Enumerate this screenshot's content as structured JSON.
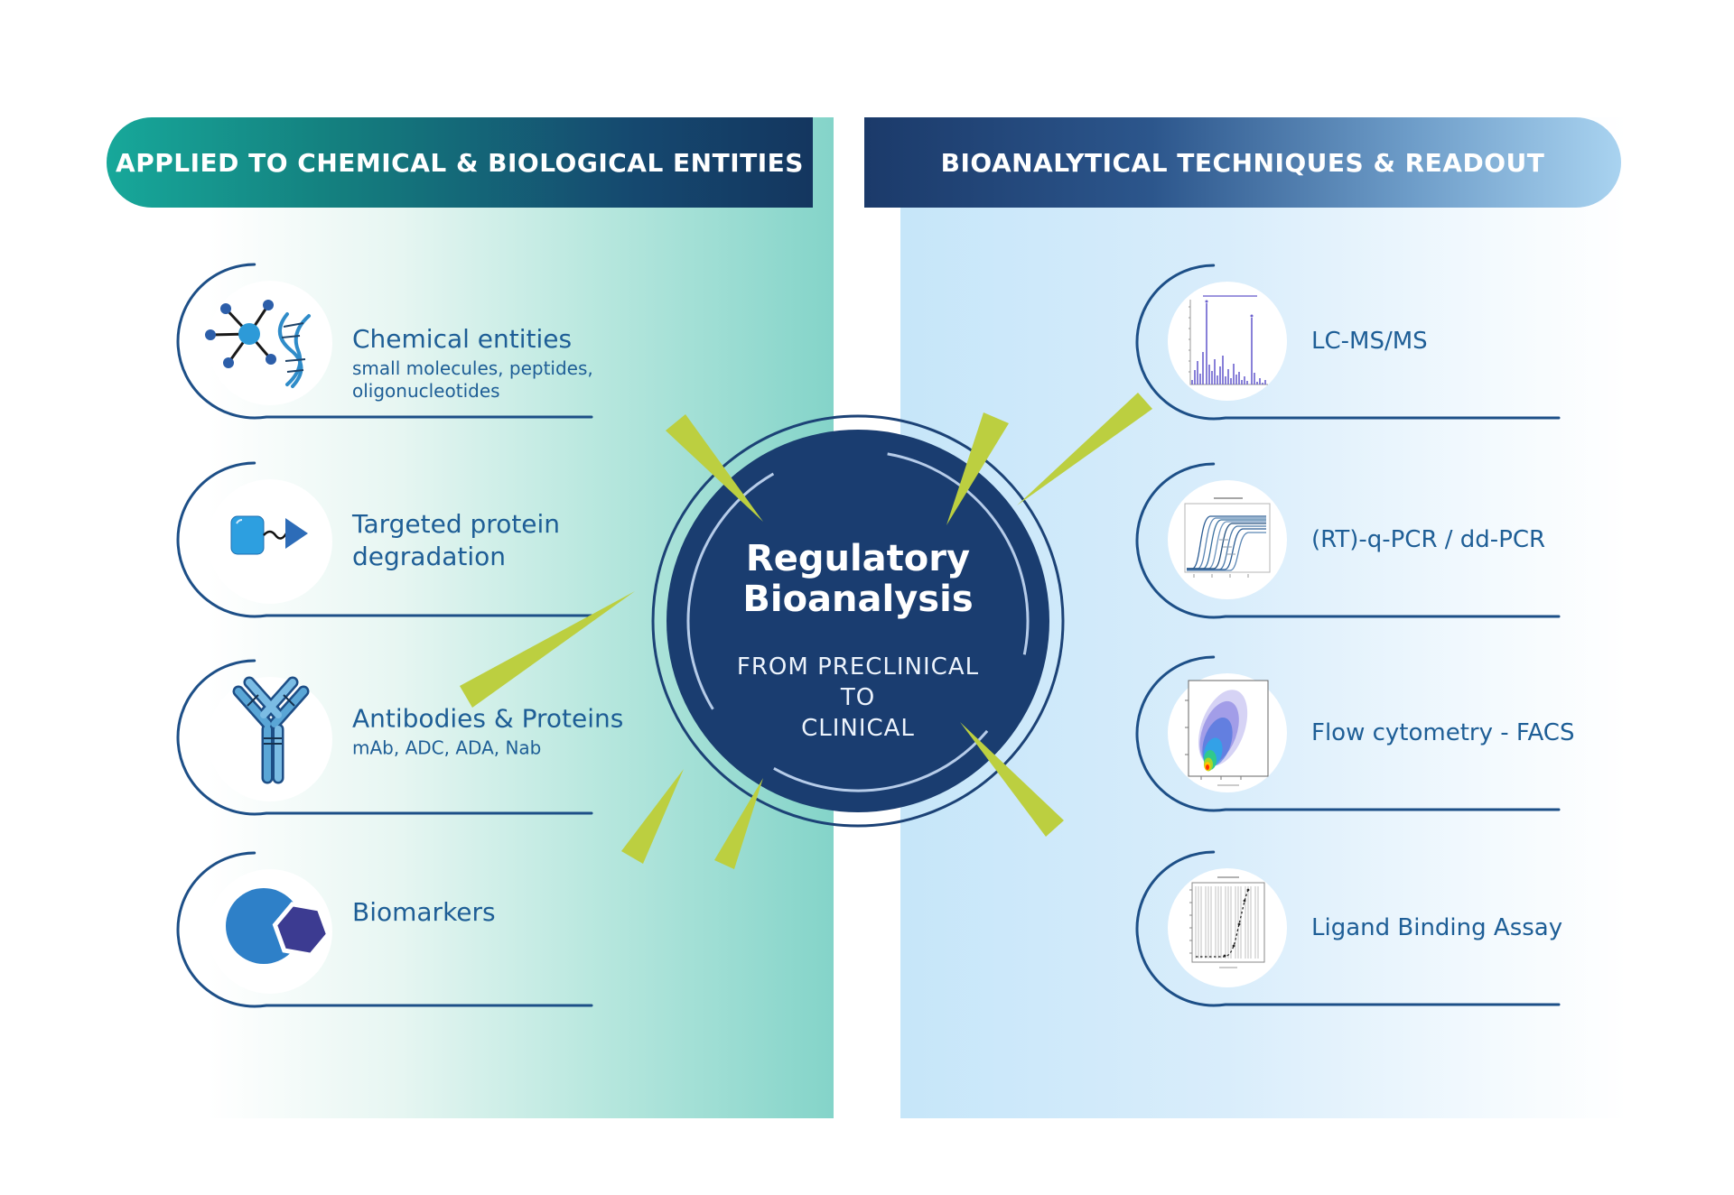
{
  "left_panel": {
    "header": "APPLIED TO CHEMICAL & BIOLOGICAL ENTITIES",
    "items": [
      {
        "title": "Chemical entities",
        "subtitle": "small molecules, peptides, oligonucleotides",
        "icon": "molecule-dna-icon"
      },
      {
        "title": "Targeted protein degradation",
        "subtitle": "",
        "icon": "targeted-protein-degradation-icon"
      },
      {
        "title": "Antibodies & Proteins",
        "subtitle": "mAb, ADC, ADA, Nab",
        "icon": "antibody-icon"
      },
      {
        "title": "Biomarkers",
        "subtitle": "",
        "icon": "biomarker-icon"
      }
    ]
  },
  "right_panel": {
    "header": "BIOANALYTICAL TECHNIQUES & READOUT",
    "items": [
      {
        "label": "LC-MS/MS",
        "icon": "mass-spectrum-icon"
      },
      {
        "label": "(RT)-q-PCR / dd-PCR",
        "icon": "qpcr-amplification-icon"
      },
      {
        "label": "Flow cytometry - FACS",
        "icon": "facs-scatter-icon"
      },
      {
        "label": "Ligand Binding Assay",
        "icon": "ligand-binding-curve-icon"
      }
    ]
  },
  "center_hub": {
    "title_line1": "Regulatory",
    "title_line2": "Bioanalysis",
    "subtitle_line1": "FROM PRECLINICAL",
    "subtitle_line2": "TO",
    "subtitle_line3": "CLINICAL"
  },
  "colors": {
    "header_teal": "#17a89a",
    "header_navy": "#14365f",
    "header_light_blue": "#a9d3f0",
    "panel_teal": "#84d4c9",
    "panel_blue": "#c6e6f9",
    "hub_fill": "#1a3d70",
    "stroke_blue": "#1d4f87",
    "text_blue": "#1e5e96",
    "bolt_green": "#bccf40"
  }
}
